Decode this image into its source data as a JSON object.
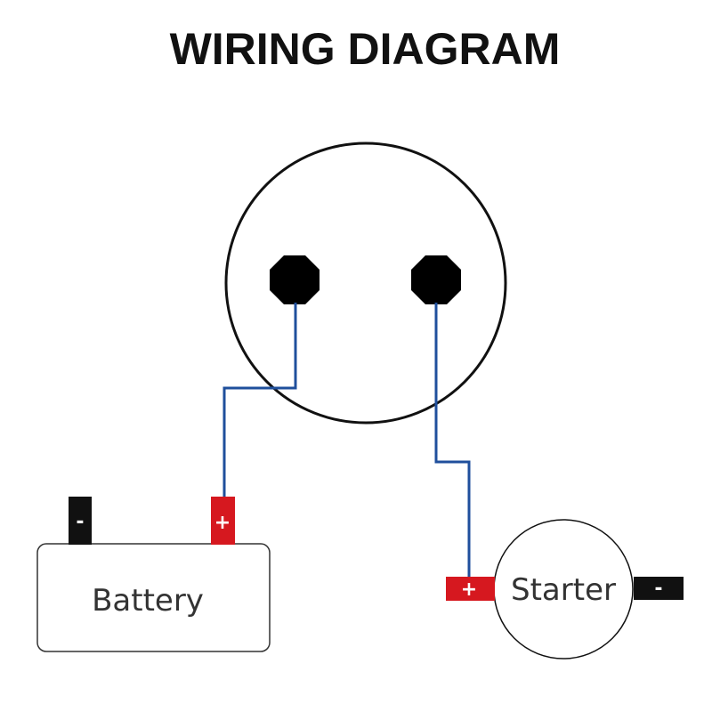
{
  "title": "WIRING DIAGRAM",
  "switch": {
    "terminals": [
      "terminal-left",
      "terminal-right"
    ]
  },
  "battery": {
    "label": "Battery",
    "negative_sign": "-",
    "positive_sign": "+"
  },
  "starter": {
    "label": "Starter",
    "positive_sign": "+",
    "negative_sign": "-"
  },
  "colors": {
    "wire": "#1f4f9c",
    "positive_terminal": "#d6181f",
    "negative_terminal": "#111111",
    "outline": "#111111"
  }
}
